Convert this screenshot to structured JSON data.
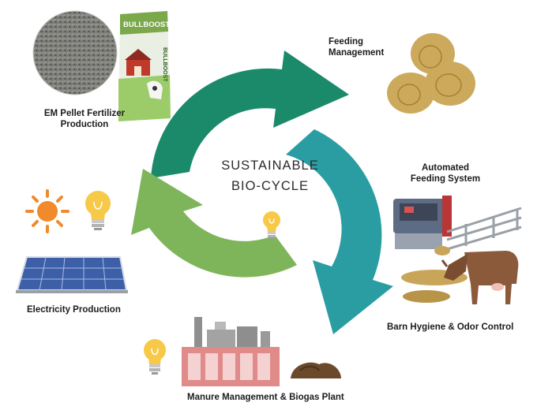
{
  "center": {
    "line1": "SUSTAINABLE",
    "line2": "BIO-CYCLE"
  },
  "bag_brand": "BULLBOOST",
  "stages": {
    "fertilizer": {
      "line1": "EM Pellet Fertilizer",
      "line2": "Production"
    },
    "feeding_management": {
      "line1": "Feeding",
      "line2": "Management"
    },
    "automated_feeding": {
      "line1": "Automated",
      "line2": "Feeding System"
    },
    "barn_hygiene": {
      "label": "Barn Hygiene & Odor Control"
    },
    "manure": {
      "label": "Manure Management & Biogas Plant"
    },
    "electricity": {
      "label": "Electricity Production"
    }
  },
  "colors": {
    "arrow_dark_green": "#1b8a6b",
    "arrow_teal": "#2a9da3",
    "arrow_light_green": "#7fb55a",
    "sun": "#f08a2a",
    "bulb": "#f7c948",
    "solar_panel": "#3d5fa8",
    "cow": "#8a5a3b",
    "hay": "#d9b86a"
  },
  "icons": [
    "fertilizer-bag-icon",
    "pellets-icon",
    "hay-bales-icon",
    "feeder-machine-icon",
    "cow-icon",
    "biogas-plant-icon",
    "manure-pile-icon",
    "sun-icon",
    "light-bulb-icon",
    "solar-panel-icon"
  ]
}
